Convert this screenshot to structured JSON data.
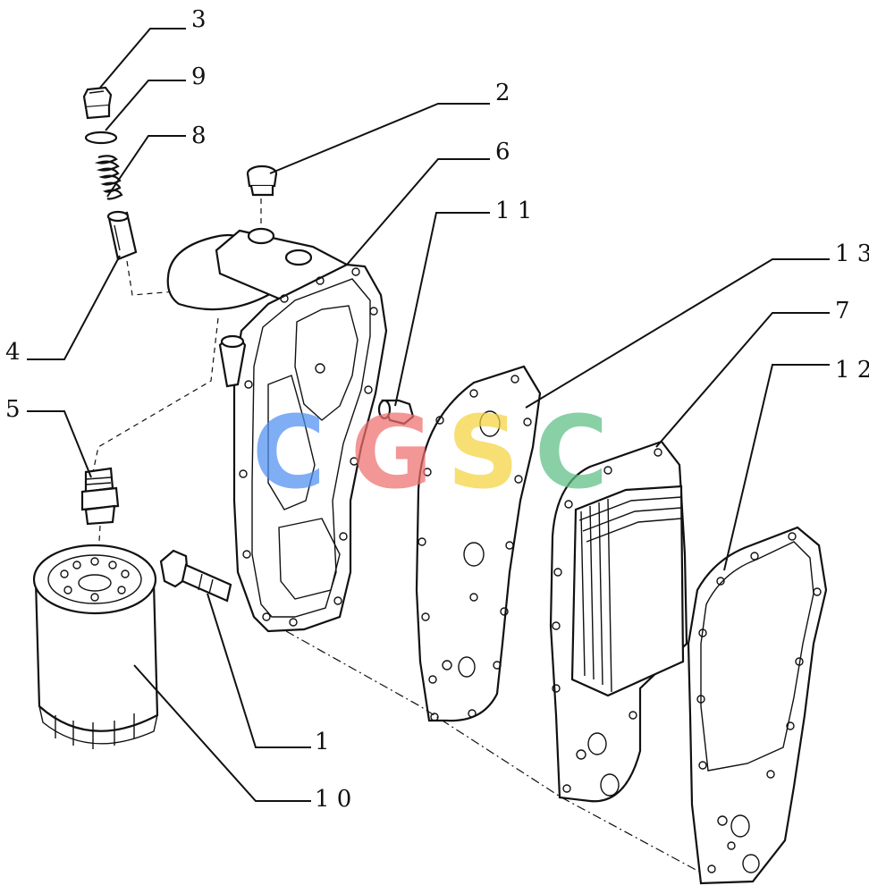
{
  "callouts": [
    {
      "id": "c3",
      "label": "3"
    },
    {
      "id": "c9",
      "label": "9"
    },
    {
      "id": "c8",
      "label": "8"
    },
    {
      "id": "c2",
      "label": "2"
    },
    {
      "id": "c6",
      "label": "6"
    },
    {
      "id": "c11",
      "label": "1 1"
    },
    {
      "id": "c13",
      "label": "1 3"
    },
    {
      "id": "c7",
      "label": "7"
    },
    {
      "id": "c12",
      "label": "1 2"
    },
    {
      "id": "c4",
      "label": "4"
    },
    {
      "id": "c5",
      "label": "5"
    },
    {
      "id": "c1",
      "label": "1"
    },
    {
      "id": "c10",
      "label": "1 0"
    }
  ],
  "watermark": {
    "letters": [
      "C",
      "G",
      "S",
      "C"
    ],
    "colors": [
      "#4f8ff0",
      "#ef6e6e",
      "#f5d33f",
      "#5dbf84"
    ]
  }
}
